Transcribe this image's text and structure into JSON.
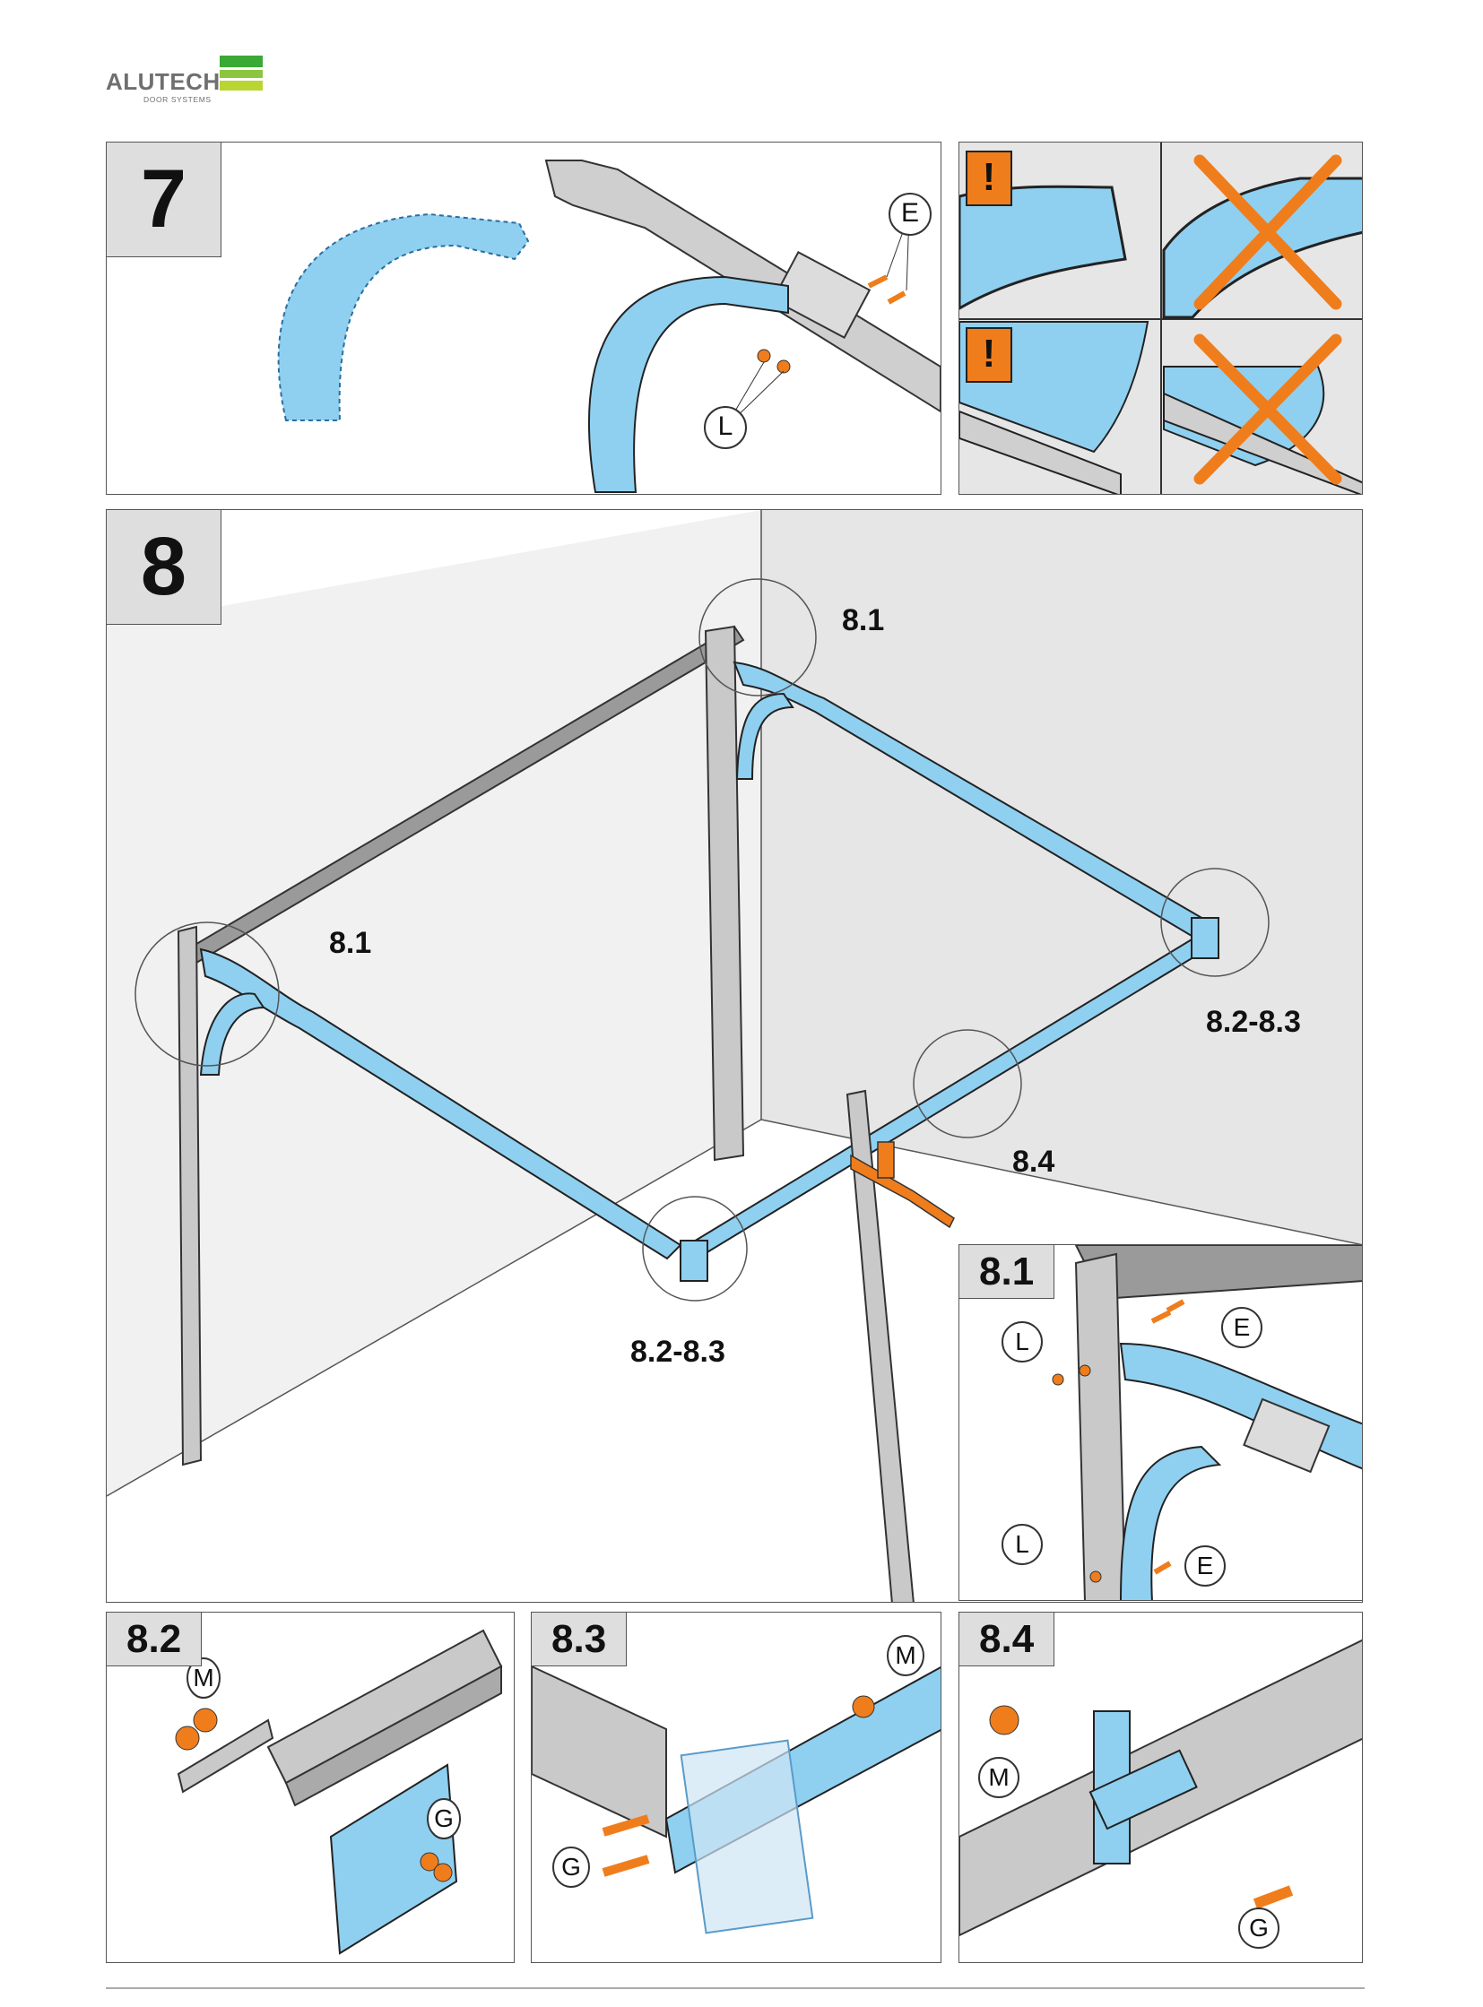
{
  "header": {
    "brand": "ALUTECH",
    "sub": "DOOR SYSTEMS"
  },
  "colors": {
    "part_blue": "#8fd0f0",
    "orange": "#f07d1c",
    "grey_part": "#c9c9c9",
    "panel_bg": "#e6e6e6"
  },
  "step7": {
    "number": "7",
    "labels": {
      "e": "E",
      "l": "L"
    },
    "warnings": {
      "mark_1": "!",
      "mark_2": "!"
    }
  },
  "step8": {
    "number": "8",
    "callouts": {
      "c81_top": "8.1",
      "c81_left": "8.1",
      "c823_right": "8.2-8.3",
      "c84": "8.4",
      "c823_bottom": "8.2-8.3"
    }
  },
  "detail81": {
    "number": "8.1",
    "labels": {
      "e1": "E",
      "l1": "L",
      "l2": "L",
      "e2": "E"
    }
  },
  "detail82": {
    "number": "8.2",
    "labels": {
      "m": "M",
      "g": "G"
    }
  },
  "detail83": {
    "number": "8.3",
    "labels": {
      "m": "M",
      "g": "G"
    }
  },
  "detail84": {
    "number": "8.4",
    "labels": {
      "m": "M",
      "g": "G"
    }
  }
}
